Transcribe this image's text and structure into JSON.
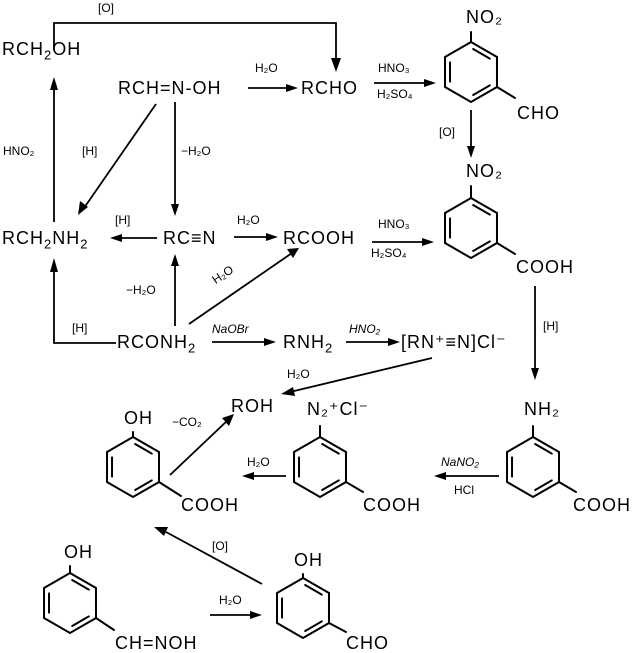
{
  "compounds": {
    "rch2oh": "RCH₂OH",
    "oxime": "RCH=N-OH",
    "rcho": "RCHO",
    "nitrile": "RC≡N",
    "rch2nh2": "RCH₂NH₂",
    "rcooh": "RCOOH",
    "amide": "RCONH₂",
    "rnh2": "RNH₂",
    "diazonium": "[RN⁺≡N]Cl⁻",
    "roh": "ROH",
    "nitrobenzaldehyde": {
      "sub1": "NO₂",
      "sub2": "CHO"
    },
    "nitrobenzoic_acid": {
      "sub1": "NO₂",
      "sub2": "COOH"
    },
    "aminobenzoic_acid": {
      "sub1": "NH₂",
      "sub2": "COOH"
    },
    "diazobenzoic_acid": {
      "sub1": "N₂⁺Cl⁻",
      "sub2": "COOH"
    },
    "hydroxybenzoic_acid": {
      "sub1": "OH",
      "sub2": "COOH"
    },
    "hydroxybenzaldoxime": {
      "sub1": "OH",
      "sub2": "CH=NOH"
    },
    "hydroxybenzaldehyde": {
      "sub1": "OH",
      "sub2": "CHO"
    }
  },
  "reagents": {
    "ox_top": "[O]",
    "h2o_oxime_rcho": "H₂O",
    "hno3_1": "HNO₃",
    "h2so4_1": "H₂SO₄",
    "ox_nitro": "[O]",
    "hno2_left": "HNO₂",
    "h_oxime_amine": "[H]",
    "minus_h2o_oxime": "−H₂O",
    "h_nitrile_amine": "[H]",
    "h2o_nitrile": "H₂O",
    "hno3_2": "HNO₃",
    "h2so4_2": "H₂SO₄",
    "minus_h2o_amide": "−H₂O",
    "h2o_amide": "H₂O",
    "h_amide": "[H]",
    "naobr": "NaOBr",
    "hno2_mid": "HNO₂",
    "h_reduce": "[H]",
    "h2o_diazo_roh": "H₂O",
    "minus_co2": "−CO₂",
    "h2o_diazo_phenol": "H₂O",
    "nano2": "NaNO₂",
    "hcl": "HCl",
    "ox_bottom": "[O]",
    "h2o_bottom": "H₂O"
  }
}
